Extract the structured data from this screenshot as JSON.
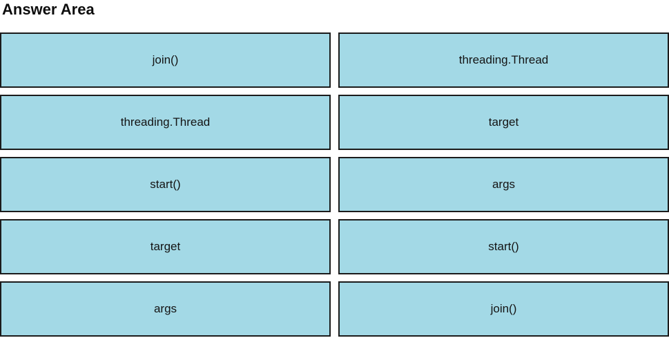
{
  "title": "Answer Area",
  "colors": {
    "box_fill": "#a3d9e6",
    "box_border": "#1b1b1b",
    "text": "#141414",
    "background": "#ffffff"
  },
  "rows": [
    {
      "left": "join()",
      "right": "threading.Thread"
    },
    {
      "left": "threading.Thread",
      "right": "target"
    },
    {
      "left": "start()",
      "right": "args"
    },
    {
      "left": "target",
      "right": "start()"
    },
    {
      "left": "args",
      "right": "join()"
    }
  ]
}
